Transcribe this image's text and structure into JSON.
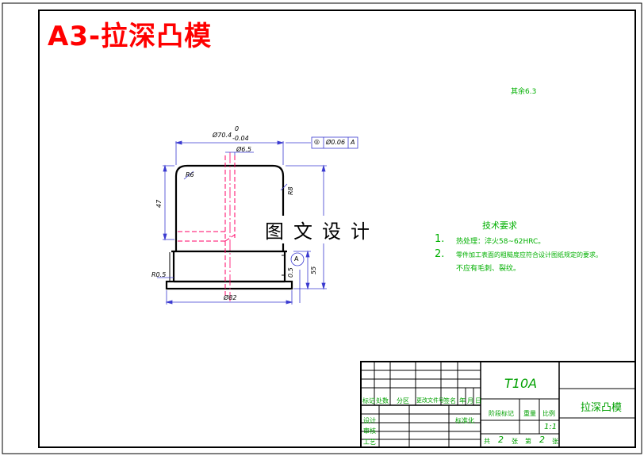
{
  "title": "A3-拉深凸模",
  "watermark": "图文设计",
  "surface_note": "其余6.3",
  "technical_requirements": {
    "heading": "技术要求",
    "items": [
      {
        "num": "1.",
        "text": "热处理：淬火58~62HRC。"
      },
      {
        "num": "2.",
        "text": "零件加工表面的粗糙度应符合设计图纸规定的要求。"
      },
      {
        "num": "",
        "text": "不应有毛刺、裂纹。"
      }
    ]
  },
  "dimensions": {
    "top_width": "Ø70.4",
    "tol_upper": "0",
    "tol_lower": "-0.04",
    "hole_dia": "Ø6.5",
    "radius": "R6",
    "height_body": "47",
    "height_total": "55",
    "shoulder": "R0.5",
    "base_width": "Ø82",
    "side_radius": "R8",
    "step": "0.5",
    "gdt_symbol": "◎",
    "gdt_value": "Ø0.06",
    "gdt_datum": "A",
    "datum_label": "A"
  },
  "title_block": {
    "material": "T10A",
    "part_name": "拉深凸模",
    "scale": "1:1",
    "header_labels": [
      "标记",
      "处数",
      "分区",
      "更改文件号",
      "签名",
      "年",
      "月",
      "日"
    ],
    "stage_label": "阶段标记",
    "weight_label": "重量",
    "scale_label": "比例",
    "design_label": "设计",
    "standard_label": "标准化",
    "review_label": "审核",
    "process_label": "工艺",
    "sheets_total": "共",
    "sheets_total_n": "2",
    "sheets_unit1": "张",
    "sheet_cur": "第",
    "sheet_cur_n": "2",
    "sheets_unit2": "张"
  },
  "colors": {
    "outline": "#000000",
    "hidden": "#ff0066",
    "note": "#00b000",
    "title": "#ff0000",
    "dimension": "#3a3ad0"
  }
}
